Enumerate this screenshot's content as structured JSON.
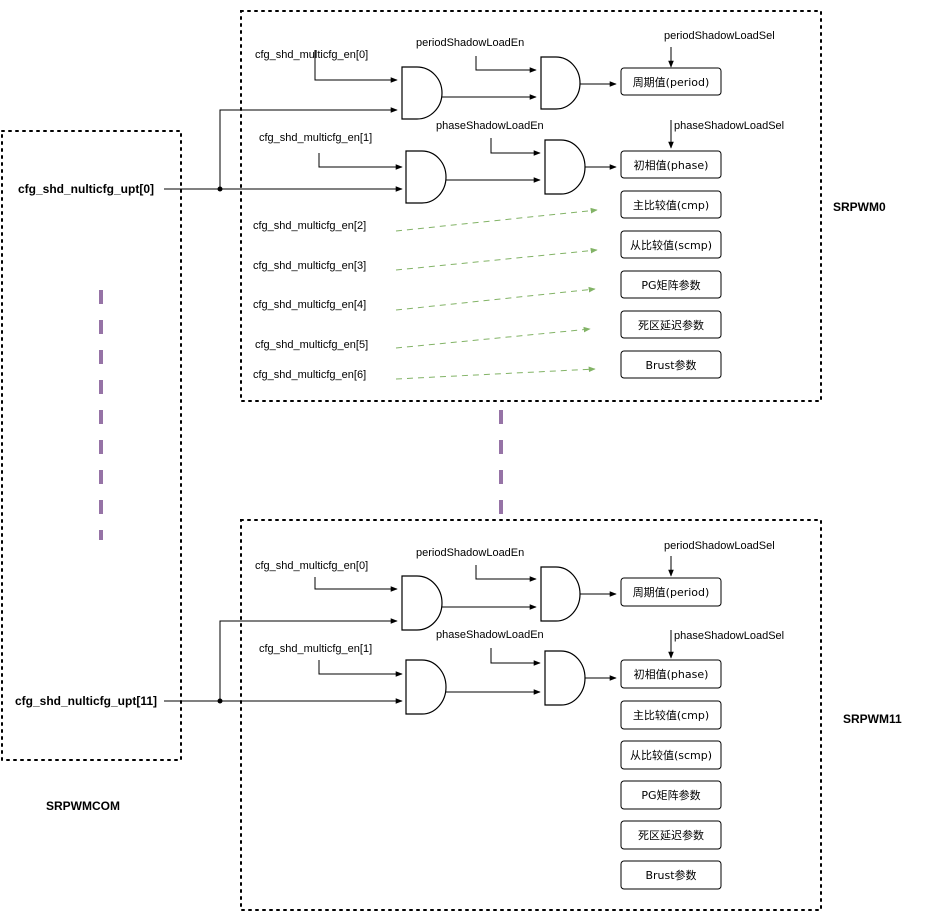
{
  "signals": {
    "en0": "cfg_shd_multicfg_en[0]",
    "en1": "cfg_shd_multicfg_en[1]",
    "en2": "cfg_shd_multicfg_en[2]",
    "en3": "cfg_shd_multicfg_en[3]",
    "en4": "cfg_shd_multicfg_en[4]",
    "en5": "cfg_shd_multicfg_en[5]",
    "en6": "cfg_shd_multicfg_en[6]",
    "period_load_en": "periodShadowLoadEn",
    "phase_load_en": "phaseShadowLoadEn",
    "period_load_sel": "periodShadowLoadSel",
    "phase_load_sel": "phaseShadowLoadSel",
    "upt0": "cfg_shd_nulticfg_upt[0]",
    "upt11": "cfg_shd_nulticfg_upt[11]"
  },
  "registers": {
    "period": "周期值(period)",
    "phase": "初相值(phase)",
    "cmp": "主比较值(cmp)",
    "scmp": "从比较值(scmp)",
    "pg": "PG矩阵参数",
    "deadband": "死区延迟参数",
    "brust": "Brust参数"
  },
  "modules": {
    "top": "SRPWM0",
    "bottom": "SRPWM11",
    "common": "SRPWMCOM"
  },
  "colors": {
    "green_arrow": "#82b366",
    "purple_dash": "#9673a6"
  }
}
